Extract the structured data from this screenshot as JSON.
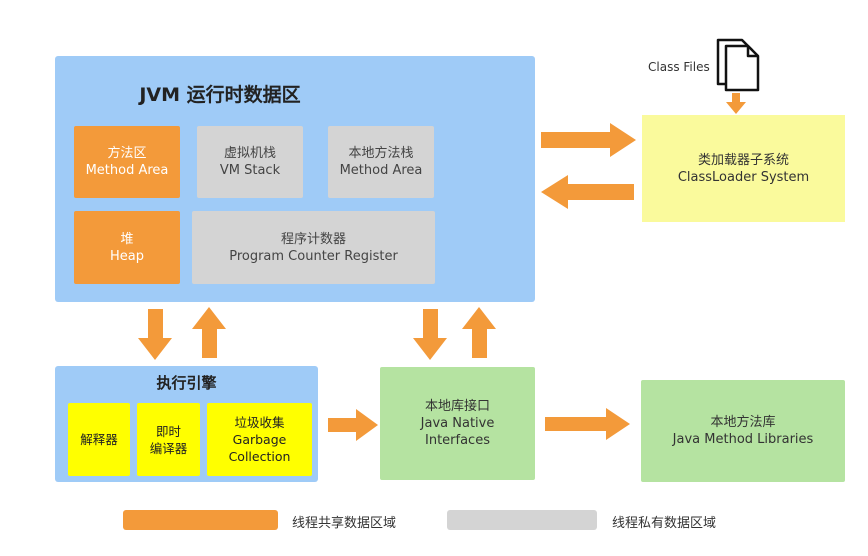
{
  "jvm": {
    "title": "JVM 运行时数据区"
  },
  "method_area": {
    "cn": "方法区",
    "en": "Method Area"
  },
  "vm_stack": {
    "cn": "虚拟机栈",
    "en": "VM Stack"
  },
  "native_stack": {
    "cn": "本地方法栈",
    "en": "Method Area"
  },
  "heap": {
    "cn": "堆",
    "en": "Heap"
  },
  "pc_register": {
    "cn": "程序计数器",
    "en": "Program Counter Register"
  },
  "class_files": {
    "label": "Class Files"
  },
  "classloader": {
    "cn": "类加载器子系统",
    "en": "ClassLoader System"
  },
  "exec_engine": {
    "title": "执行引擎",
    "interpreter": "解释器",
    "jit_line1": "即时",
    "jit_line2": "编译器",
    "gc_cn": "垃圾收集",
    "gc_en1": "Garbage",
    "gc_en2": "Collection"
  },
  "jni": {
    "cn": "本地库接口",
    "en1": "Java Native",
    "en2": "Interfaces"
  },
  "native_lib": {
    "cn": "本地方法库",
    "en": "Java Method Libraries"
  },
  "legend": {
    "shared": "线程共享数据区域",
    "private": "线程私有数据区域"
  },
  "colors": {
    "jvm_bg": "#9fcbf7",
    "shared": "#f39a3a",
    "private": "#d4d4d4",
    "classloader": "#fafa9c",
    "exec": "#ffff00",
    "native": "#b5e3a1",
    "arrow": "#f39a3a"
  }
}
